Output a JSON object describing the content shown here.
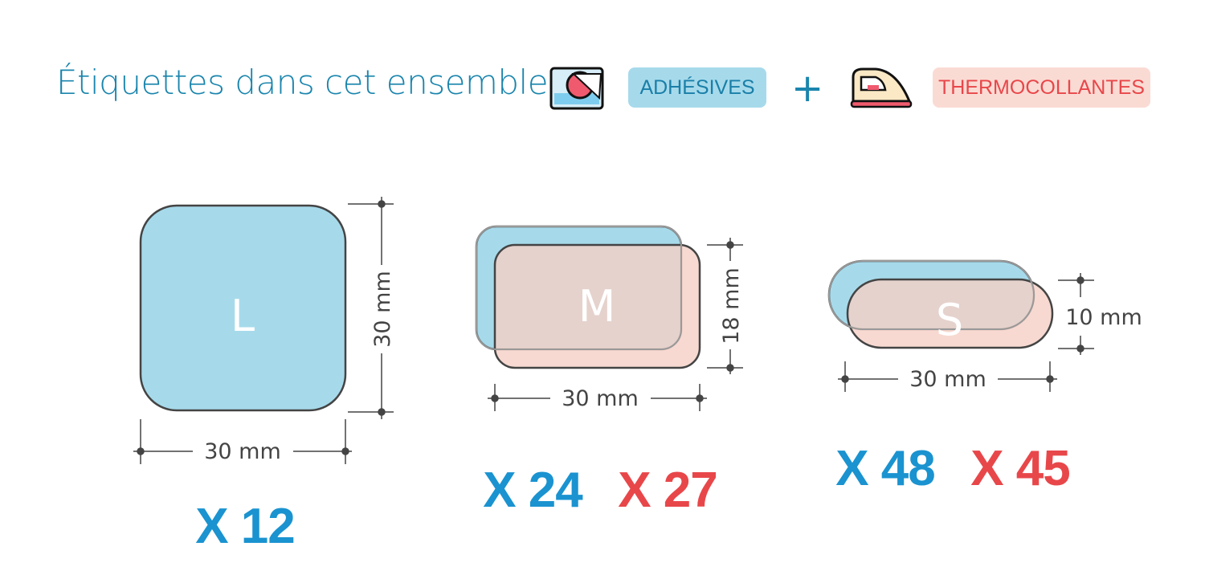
{
  "header": {
    "title": "Étiquettes dans cet ensemble",
    "adhesive_label": "ADHÉSIVES",
    "plus": "+",
    "thermo_label": "THERMOCOLLANTES"
  },
  "labels": [
    {
      "size": "L",
      "width": "30 mm",
      "height": "30 mm",
      "adhesive_count": "X 12"
    },
    {
      "size": "M",
      "width": "30 mm",
      "height": "18 mm",
      "adhesive_count": "X 24",
      "thermo_count": "X 27"
    },
    {
      "size": "S",
      "width": "30 mm",
      "height": "10 mm",
      "adhesive_count": "X 48",
      "thermo_count": "X 45"
    }
  ],
  "colors": {
    "adhesive": "#a6daeb",
    "thermo": "#f5cfc6",
    "title": "#1a85ad",
    "count_blue": "#1a93d0",
    "count_red": "#e8474a"
  }
}
